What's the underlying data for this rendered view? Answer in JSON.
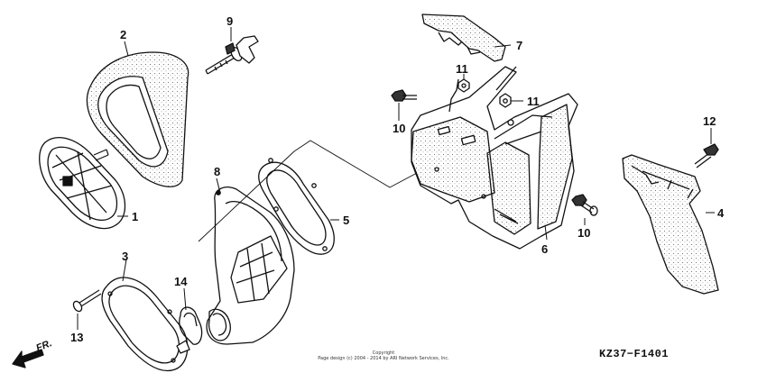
{
  "diagram": {
    "part_numbers": [
      "1",
      "2",
      "3",
      "4",
      "5",
      "6",
      "7",
      "8",
      "9",
      "10",
      "10",
      "11",
      "11",
      "12",
      "13",
      "14"
    ],
    "drawing_code": "KZ37−F1401",
    "direction_label": "FR.",
    "copyright_line1": "Copyright",
    "copyright_line2": "Page design (c) 2004 - 2014 by ARI Network Services, Inc."
  }
}
